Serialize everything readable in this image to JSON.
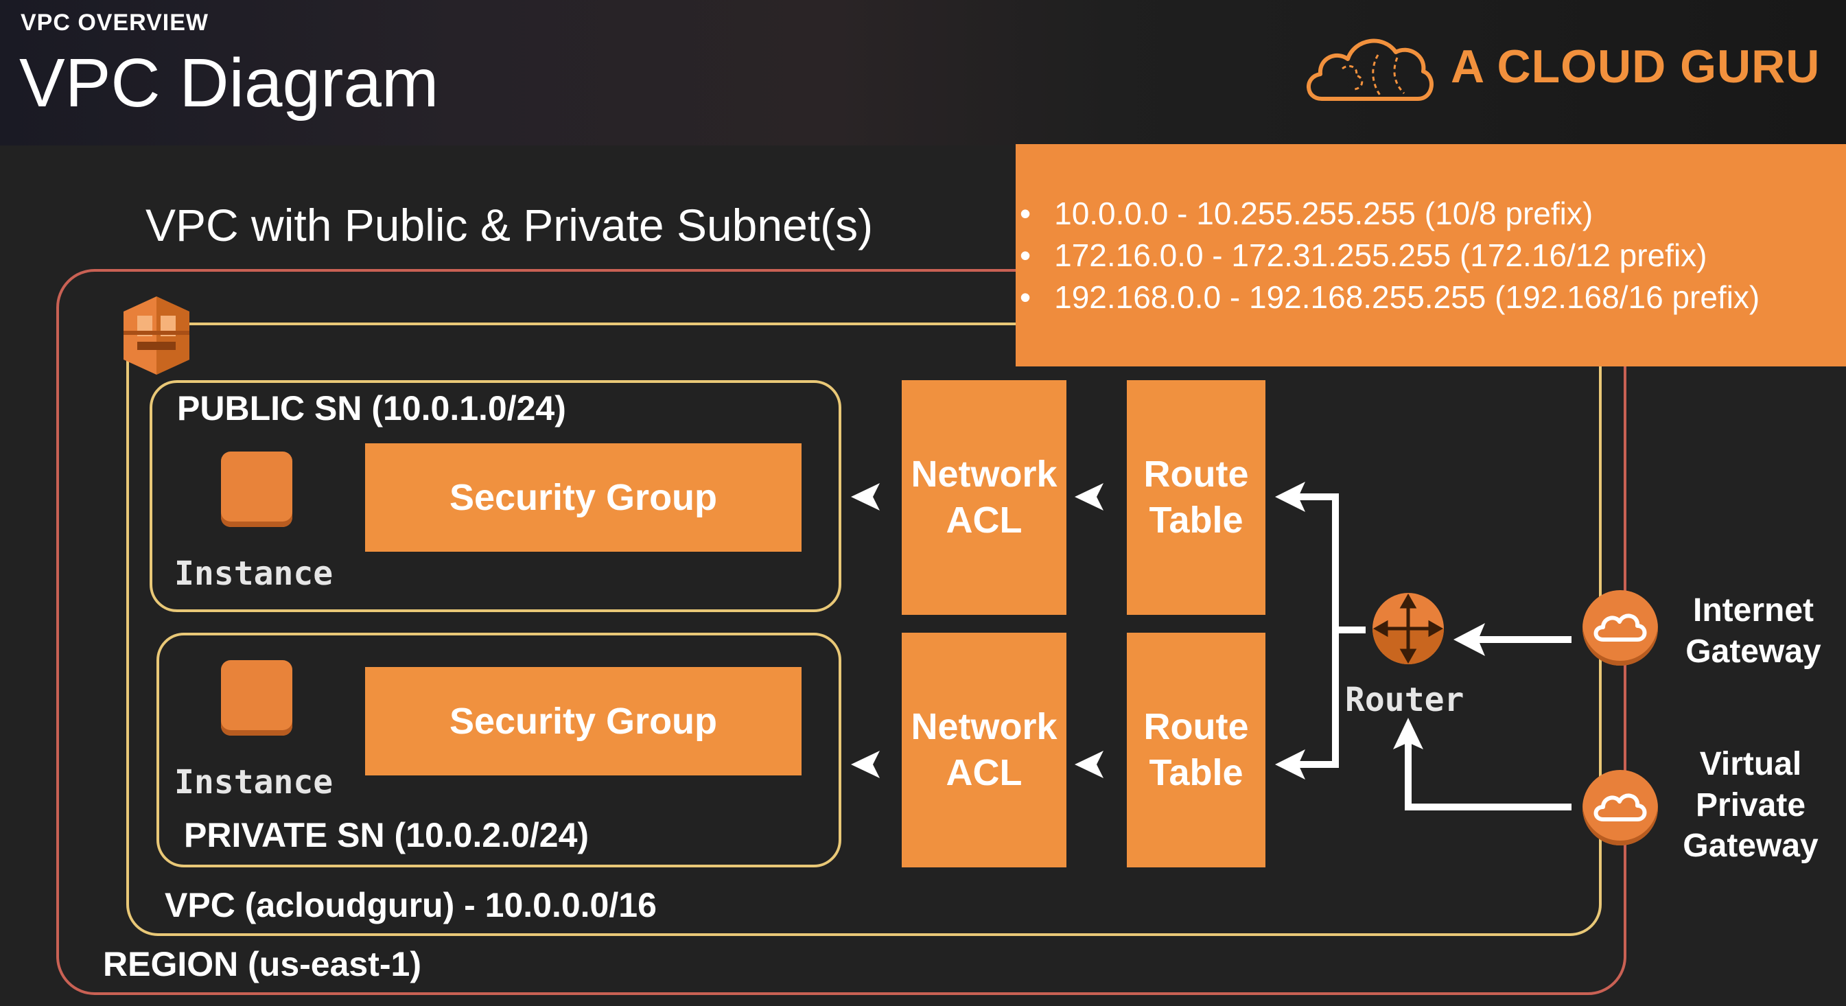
{
  "header": {
    "overline": "VPC OVERVIEW",
    "title": "VPC Diagram",
    "brand": "A CLOUD GURU"
  },
  "diagram": {
    "title": "VPC with Public & Private Subnet(s)",
    "region_label": "REGION (us-east-1)",
    "vpc_label": "VPC (acloudguru) - 10.0.0.0/16",
    "public_subnet": {
      "label": "PUBLIC SN (10.0.1.0/24)",
      "instance_label": "Instance",
      "security_group": "Security Group",
      "network_acl": "Network ACL",
      "route_table": "Route Table"
    },
    "private_subnet": {
      "label": "PRIVATE SN (10.0.2.0/24)",
      "instance_label": "Instance",
      "security_group": "Security Group",
      "network_acl": "Network ACL",
      "route_table": "Route Table"
    },
    "router_label": "Router",
    "internet_gateway_label": "Internet Gateway",
    "virtual_private_gateway_label": "Virtual Private Gateway"
  },
  "callout": {
    "items": [
      "10.0.0.0 - 10.255.255.255 (10/8 prefix)",
      "172.16.0.0 - 172.31.255.255 (172.16/12 prefix)",
      "192.168.0.0 - 192.168.255.255 (192.168/16 prefix)"
    ]
  },
  "colors": {
    "accent_orange": "#f0913f",
    "brand_orange": "#f2913d",
    "region_border": "#c96154",
    "vpc_border": "#e9c877",
    "background": "#222222"
  },
  "icons": {
    "brand_logo": "cloud-brain-logo-icon",
    "vpc": "vpc-icon",
    "router": "router-icon",
    "internet_gateway": "cloud-icon",
    "virtual_private_gateway": "cloud-icon"
  }
}
